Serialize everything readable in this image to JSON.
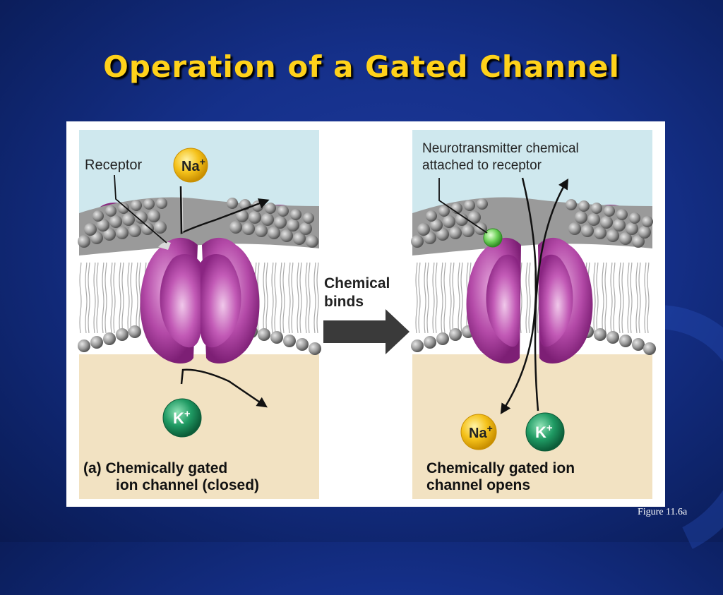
{
  "slide": {
    "title": "Operation of a Gated Channel",
    "figure_ref": "Figure 11.6a"
  },
  "panel_closed": {
    "receptor_label": "Receptor",
    "ion_top": {
      "symbol": "Na",
      "charge": "+"
    },
    "ion_bottom": {
      "symbol": "K",
      "charge": "+"
    },
    "caption_line1": "(a) Chemically gated",
    "caption_line2": "ion channel (closed)"
  },
  "transition": {
    "label_line1": "Chemical",
    "label_line2": "binds"
  },
  "panel_open": {
    "neurotransmitter_label_line1": "Neurotransmitter chemical",
    "neurotransmitter_label_line2": "attached to receptor",
    "ion_na": {
      "symbol": "Na",
      "charge": "+"
    },
    "ion_k": {
      "symbol": "K",
      "charge": "+"
    },
    "caption_line1": "Chemically gated ion",
    "caption_line2": "channel opens"
  },
  "colors": {
    "title": "#ffd21a",
    "background": "#15308a",
    "extracellular": "#cfe8ee",
    "intracellular": "#f2e2c2",
    "channel_protein": "#b44aa8",
    "phospholipid_head": "#8a8a8a",
    "sodium_ion": "#f5c21b",
    "potassium_ion": "#1f9a63",
    "neurotransmitter": "#6fd25a"
  }
}
